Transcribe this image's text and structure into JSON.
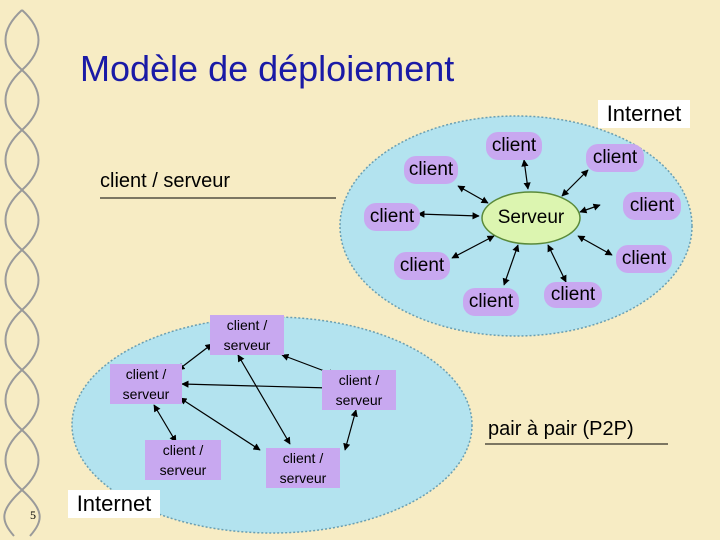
{
  "title": "Modèle de déploiement",
  "page_number": "5",
  "client_server": {
    "heading": "client / serveur",
    "cloud_label": "Internet",
    "server_label": "Serveur",
    "client_labels": [
      "client",
      "client",
      "client",
      "client",
      "client",
      "client",
      "client",
      "client"
    ]
  },
  "p2p": {
    "heading": "pair à pair (P2P)",
    "cloud_label": "Internet",
    "peer_labels": [
      [
        "client /",
        "serveur"
      ],
      [
        "client /",
        "serveur"
      ],
      [
        "client /",
        "serveur"
      ],
      [
        "client /",
        "serveur"
      ],
      [
        "client /",
        "serveur"
      ]
    ]
  },
  "colors": {
    "background": "#f7ecc4",
    "title": "#1a1aa6",
    "cloud": "#b3e3ef",
    "node": "#c8a8f0",
    "server": "#dcf5b0"
  }
}
